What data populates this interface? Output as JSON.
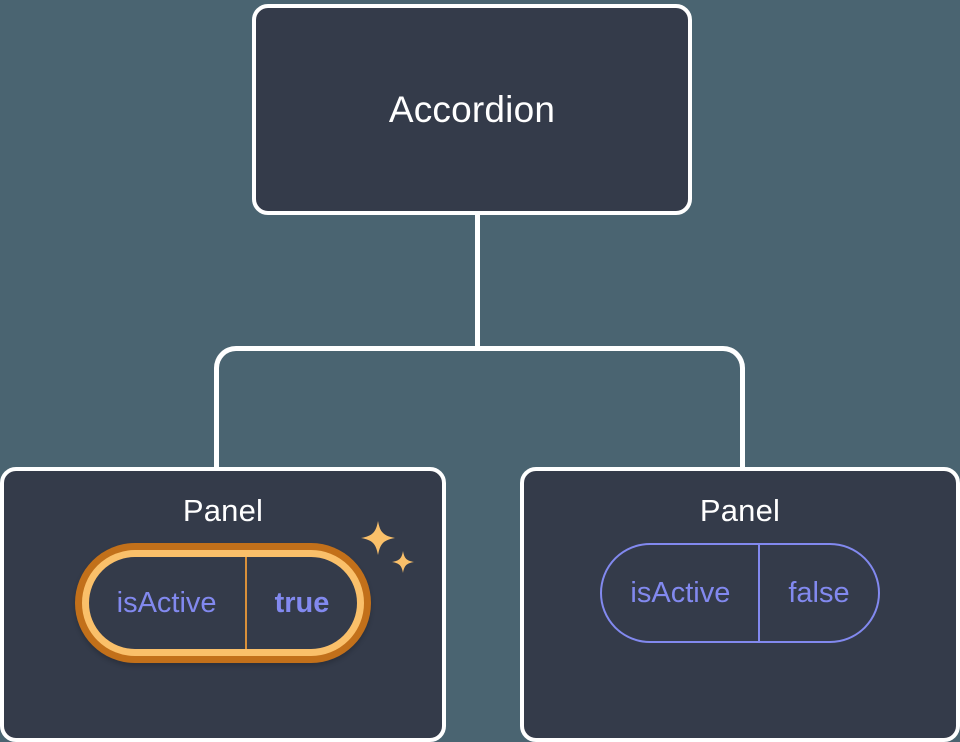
{
  "diagram": {
    "type": "component-tree",
    "background_color": "#4a6471",
    "node_fill_color": "#343b4a",
    "node_border_color": "#ffffff",
    "connector_color": "#ffffff",
    "accent_highlight_color": "#fac06a",
    "accent_highlight_outer_color": "#c2701a",
    "prop_text_color": "#8289ef",
    "root": {
      "label": "Accordion"
    },
    "children": [
      {
        "label": "Panel",
        "highlighted": true,
        "prop": {
          "key": "isActive",
          "value": "true"
        },
        "sparkle_icons": [
          "sparkle-large-icon",
          "sparkle-small-icon"
        ]
      },
      {
        "label": "Panel",
        "highlighted": false,
        "prop": {
          "key": "isActive",
          "value": "false"
        }
      }
    ]
  }
}
